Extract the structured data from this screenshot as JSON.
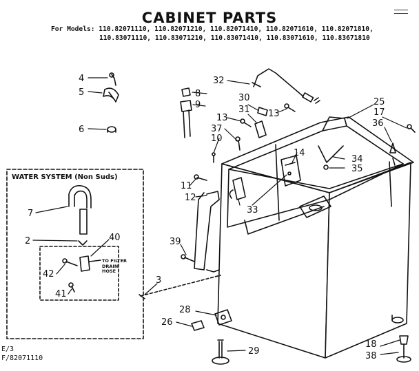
{
  "title": "CABINET PARTS",
  "models_line1": "For Models: 110.82071110, 110.82071210, 110.82071410, 110.82071610, 110.82071810,",
  "models_line2": "110.83071110, 110.83071210, 110.83071410, 110.83071610, 110.83671810",
  "water_system_title": "WATER SYSTEM (Non Suds)",
  "filter_note": "TO FILTER DRAIN HOSE",
  "corner_line1": "E/3",
  "corner_line2": "F/82071110",
  "callouts": [
    "4",
    "5",
    "6",
    "32",
    "8",
    "9",
    "30",
    "31",
    "13",
    "13",
    "37",
    "10",
    "25",
    "17",
    "36",
    "14",
    "34",
    "35",
    "11",
    "12",
    "33",
    "7",
    "2",
    "40",
    "42",
    "41",
    "39",
    "3",
    "28",
    "26",
    "29",
    "18",
    "38"
  ]
}
